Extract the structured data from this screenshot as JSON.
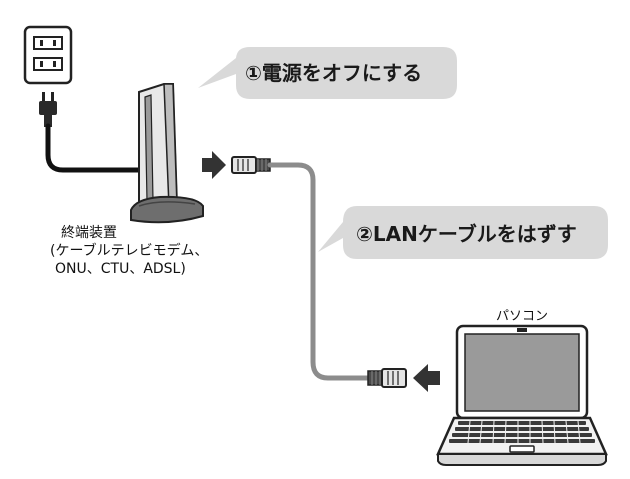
{
  "steps": {
    "step1": "①電源をオフにする",
    "step2": "②LANケーブルをはずす"
  },
  "labels": {
    "terminal_title": "終端装置",
    "terminal_sub1": "(ケーブルテレビモデム、",
    "terminal_sub2": "ONU、CTU、ADSL)",
    "pc": "パソコン"
  },
  "colors": {
    "bubble": "#d9d9d9",
    "cable": "#8c8c8c",
    "arrow": "#333333"
  },
  "icons": [
    "power-outlet-icon",
    "power-plug-icon",
    "modem-icon",
    "lan-connector-icon",
    "laptop-icon",
    "arrow-icon"
  ]
}
